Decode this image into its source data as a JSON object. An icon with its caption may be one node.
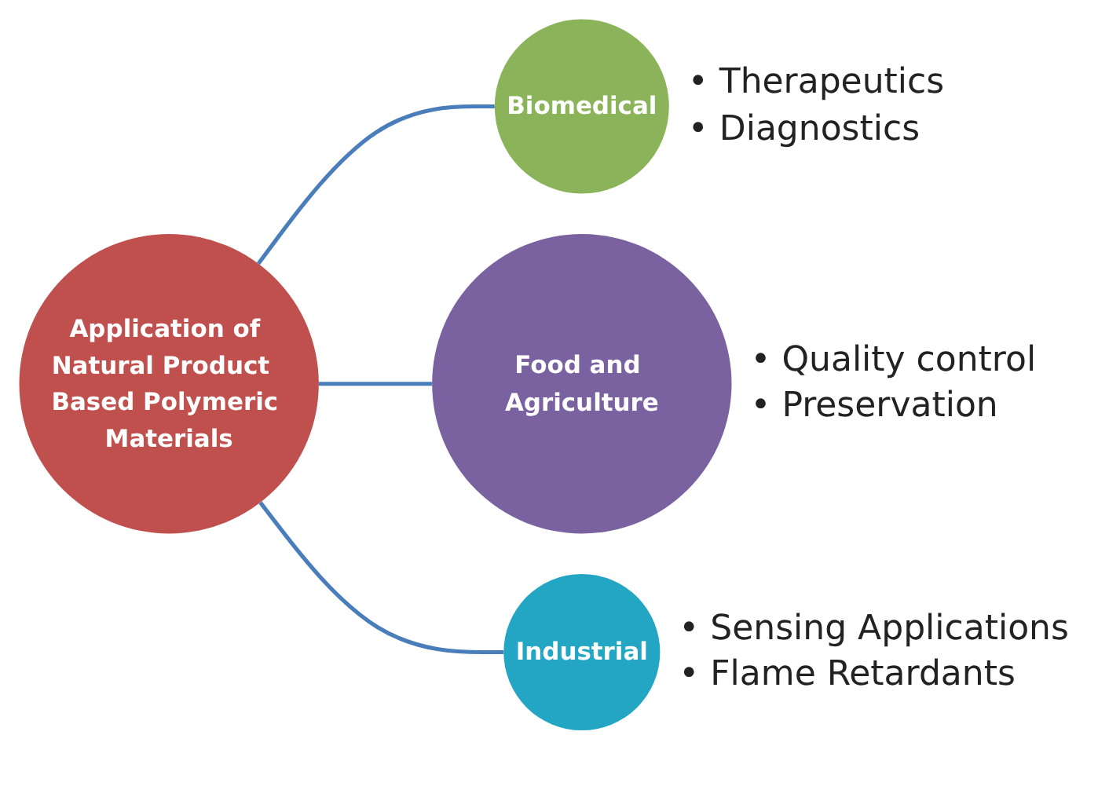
{
  "diagram": {
    "nodes": [
      {
        "text": [
          "Application of Natural Product  Based Polymeric Materials"
        ]
      },
      {
        "text": [
          "Biomedical"
        ],
        "beside": [
          "• Therapeutics",
          "• Diagnostics"
        ]
      },
      {
        "text": [
          "Food and Agriculture"
        ],
        "beside": [
          "• Quality control",
          "• Preservation"
        ]
      },
      {
        "text": [
          "Industrial"
        ],
        "beside": [
          "• Sensing Applications",
          "• Flame Retardants"
        ]
      }
    ],
    "edges": [
      {
        "from": 0,
        "to": 1,
        "arrow": "none"
      },
      {
        "from": 0,
        "to": 2,
        "arrow": "none"
      },
      {
        "from": 0,
        "to": 3,
        "arrow": "none"
      }
    ]
  }
}
